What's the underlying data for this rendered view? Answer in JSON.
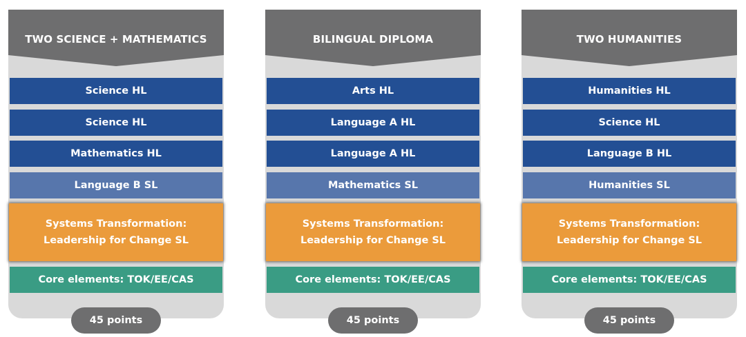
{
  "columns": [
    {
      "title": "TWO SCIENCE + MATHEMATICS",
      "subjects": [
        "Science HL",
        "Science HL",
        "Mathematics HL",
        "Language B SL"
      ],
      "orange": [
        "Systems Transformation:",
        "Leadership for Change SL"
      ],
      "core": "Core elements: TOK/EE/CAS",
      "points": "45 points"
    },
    {
      "title": "BILINGUAL DIPLOMA",
      "subjects": [
        "Arts HL",
        "Language A HL",
        "Language A HL",
        "Mathematics SL"
      ],
      "orange": [
        "Systems Transformation:",
        "Leadership for Change SL"
      ],
      "core": "Core elements: TOK/EE/CAS",
      "points": "45 points"
    },
    {
      "title": "TWO HUMANITIES",
      "subjects": [
        "Humanities HL",
        "Science HL",
        "Language B HL",
        "Humanities SL"
      ],
      "orange": [
        "Systems Transformation:",
        "Leadership for Change SL"
      ],
      "core": "Core elements: TOK/EE/CAS",
      "points": "45 points"
    }
  ],
  "colors": {
    "header": "#6e6e6f",
    "background": "#d9d9d9",
    "hl": "#234f94",
    "sl": "#5776ac",
    "orange": "#eb9b3b",
    "core": "#3a9c84"
  }
}
